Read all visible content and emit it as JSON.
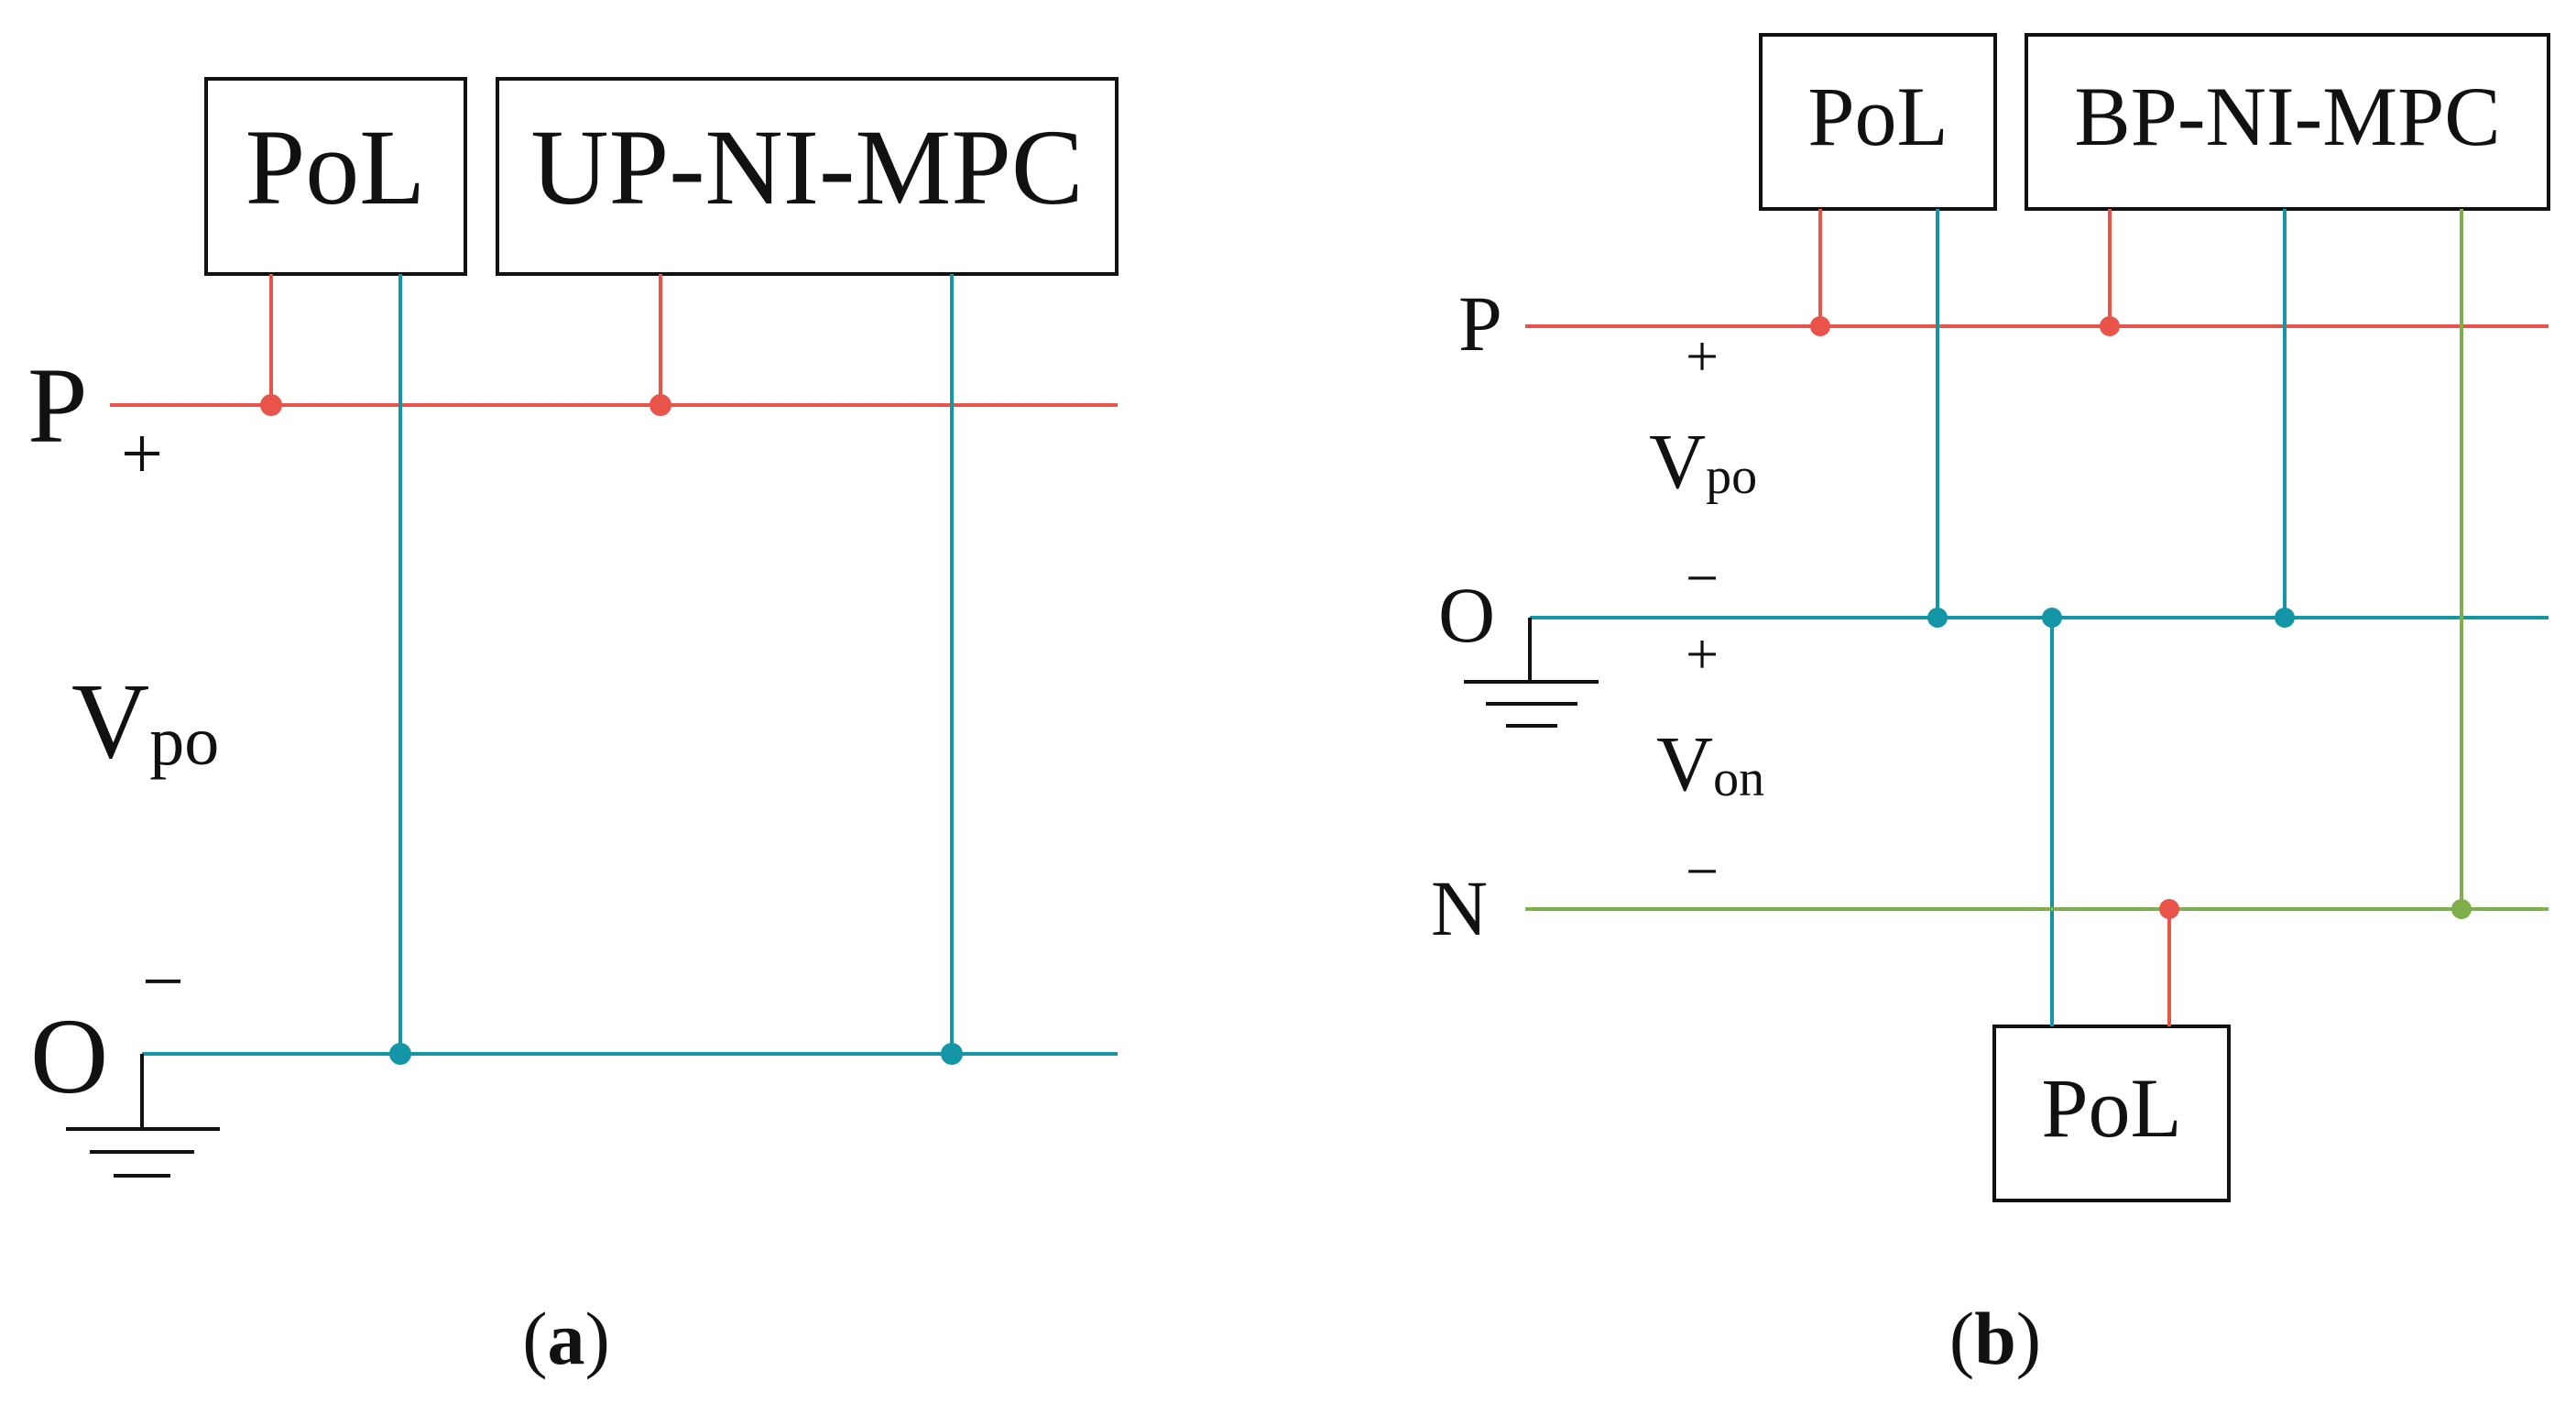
{
  "colors": {
    "p_rail": "#E8544A",
    "o_rail": "#1496A6",
    "n_rail": "#7FAF4A",
    "text": "#111111"
  },
  "panel_a": {
    "caption": "a",
    "box_pol": "PoL",
    "box_mpc": "UP-NI-MPC",
    "label_p": "P",
    "label_o": "O",
    "plus": "+",
    "minus": "−",
    "v_main": "V",
    "v_sub": "po"
  },
  "panel_b": {
    "caption": "b",
    "box_pol_top": "PoL",
    "box_mpc": "BP-NI-MPC",
    "box_pol_bottom": "PoL",
    "label_p": "P",
    "label_o": "O",
    "label_n": "N",
    "plus_top": "+",
    "minus_top": "−",
    "plus_bottom": "+",
    "minus_bottom": "−",
    "vpo_main": "V",
    "vpo_sub": "po",
    "von_main": "V",
    "von_sub": "on"
  }
}
